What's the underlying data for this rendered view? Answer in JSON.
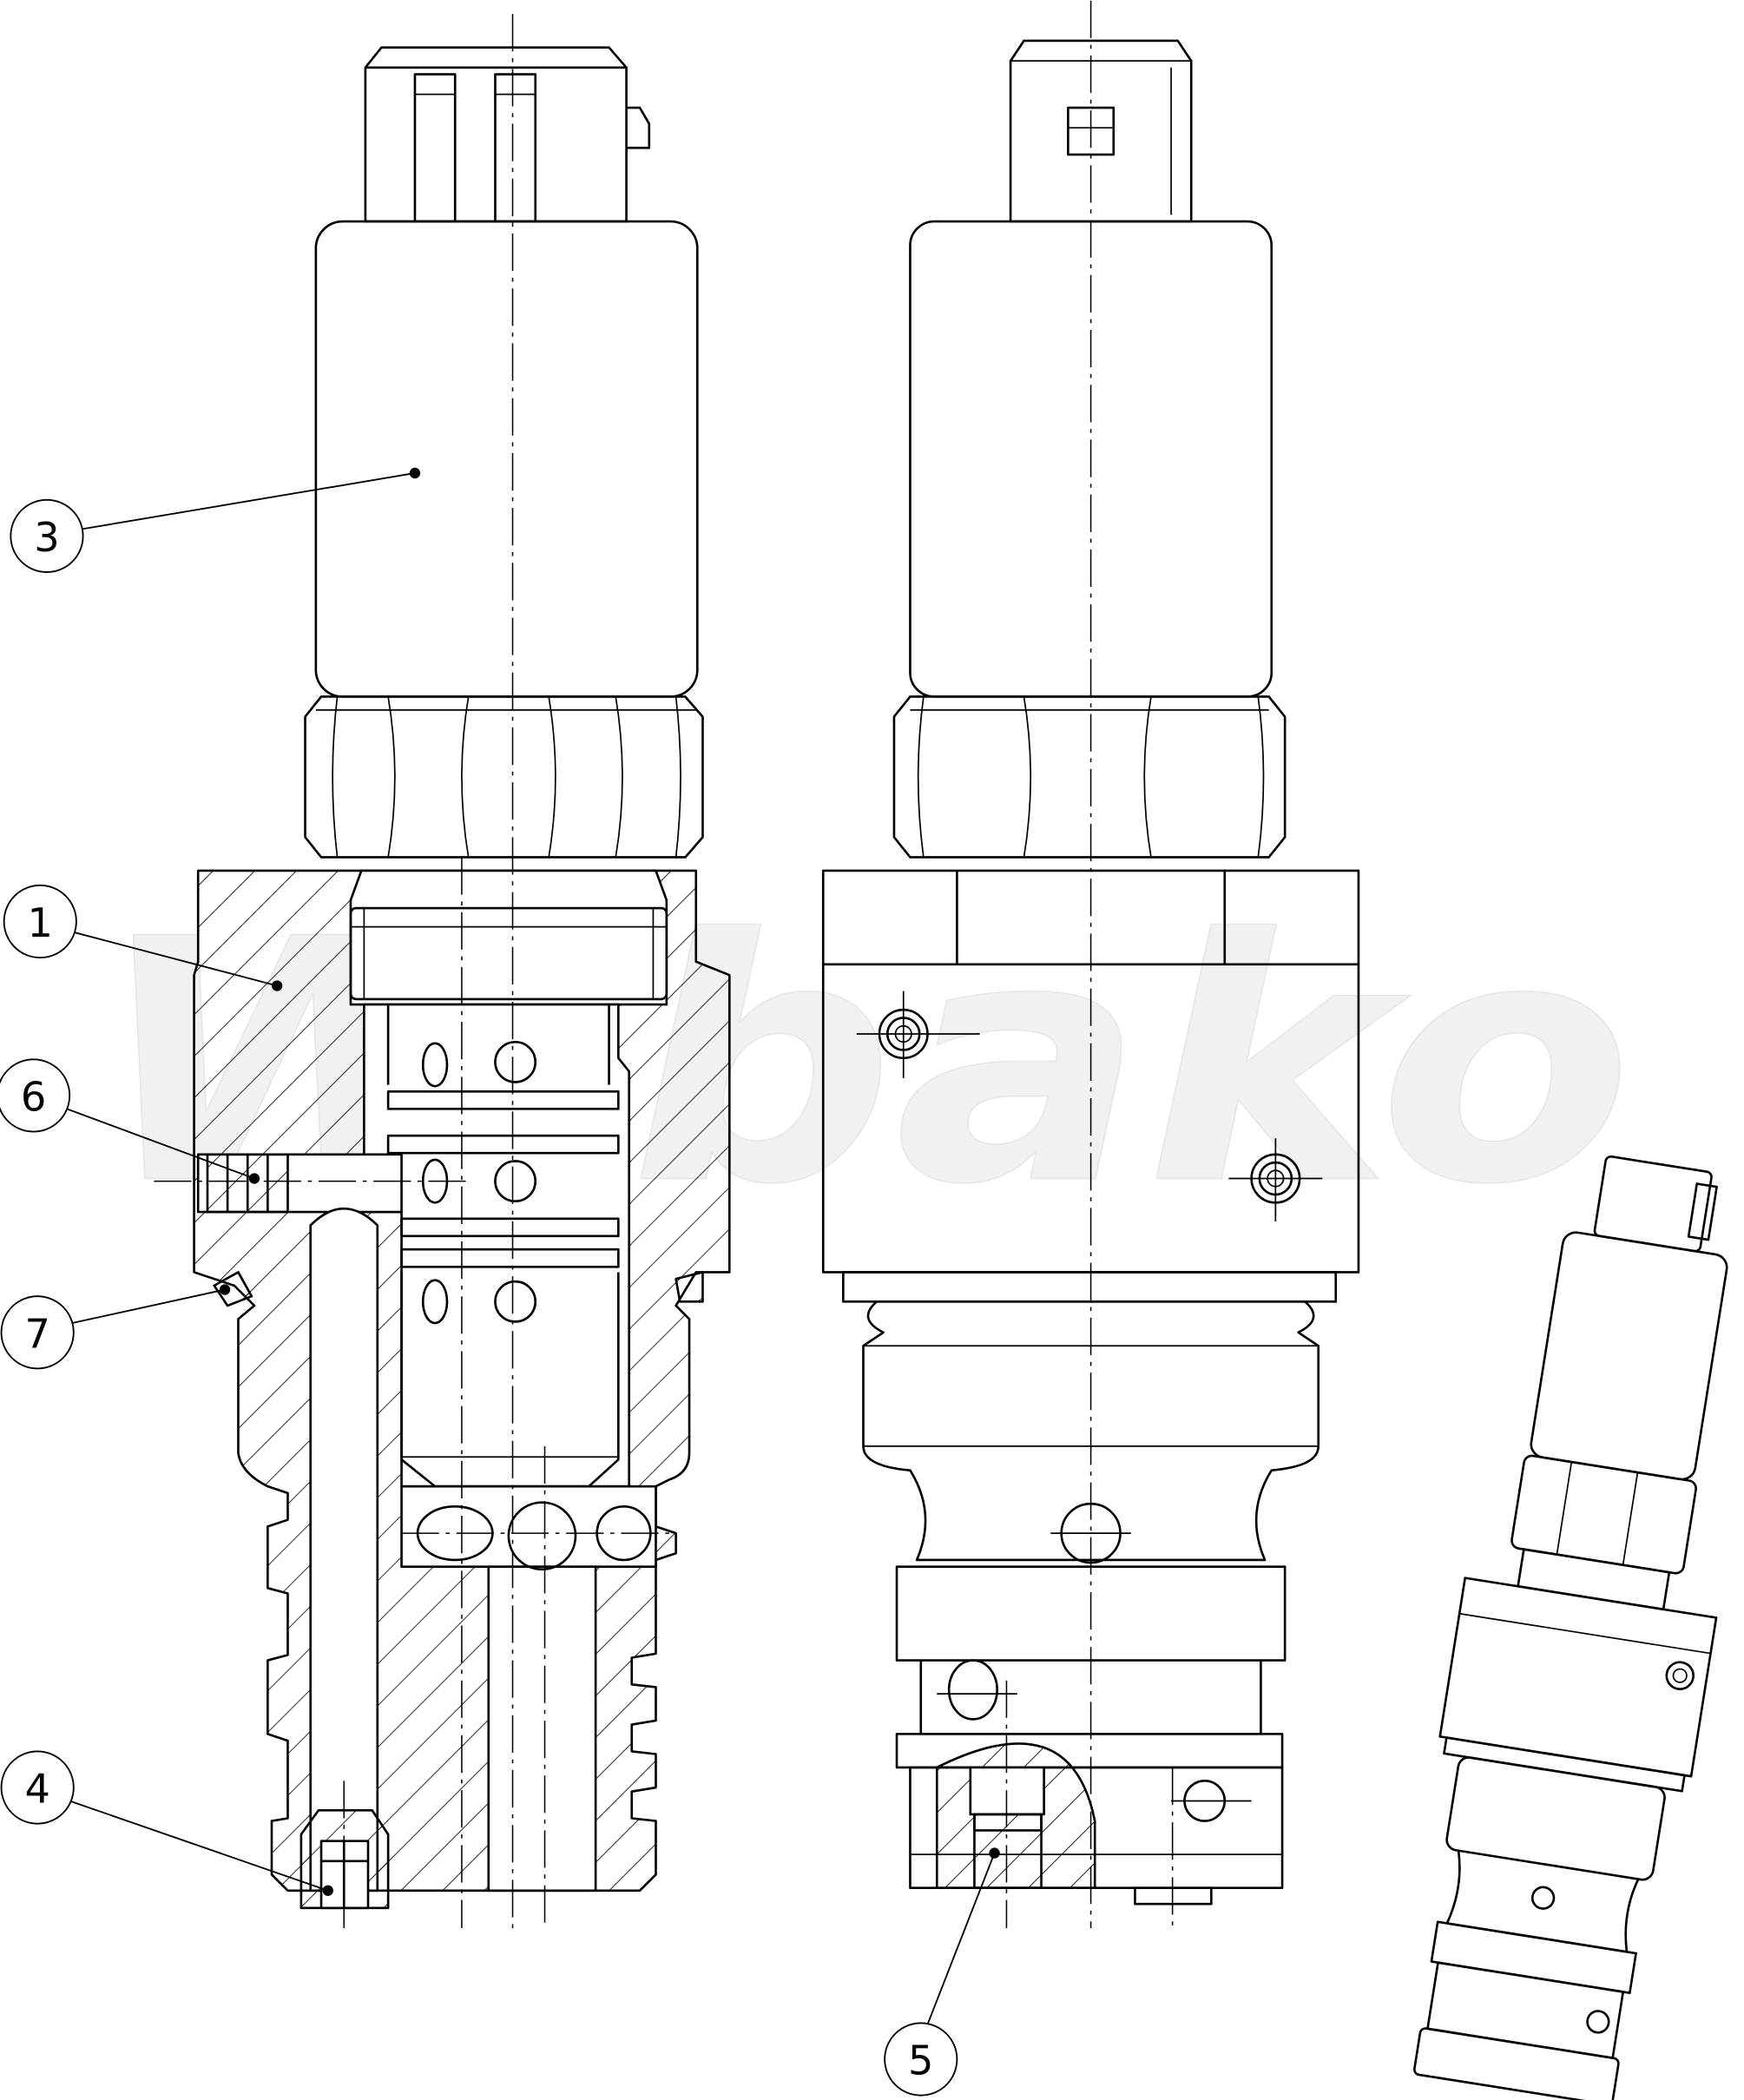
{
  "watermark": "Wibako",
  "callouts": {
    "c1": "1",
    "c3": "3",
    "c4": "4",
    "c5": "5",
    "c6": "6",
    "c7": "7"
  }
}
